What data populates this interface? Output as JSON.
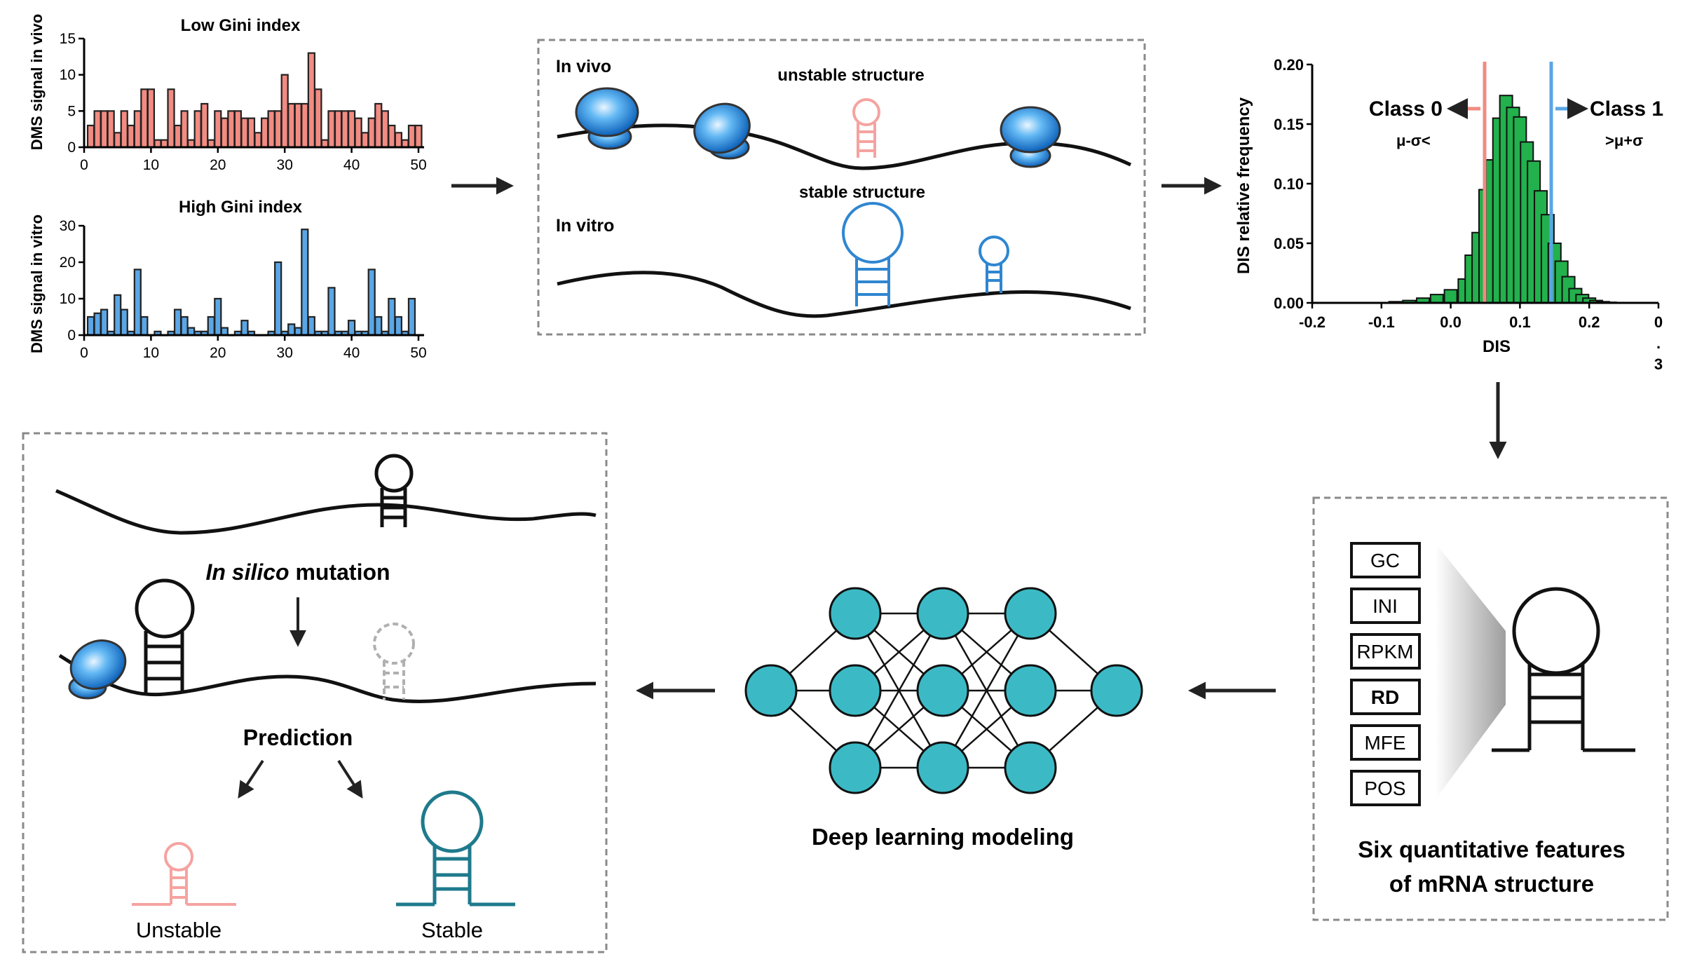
{
  "panel_a": {
    "top": {
      "title": "Low Gini index",
      "ylabel": "DMS signal in vivo",
      "yticks": [
        "0",
        "5",
        "10",
        "15"
      ],
      "xticks": [
        "0",
        "10",
        "20",
        "30",
        "40",
        "50"
      ],
      "ylim": [
        0,
        15
      ],
      "color": "#f28b82"
    },
    "bottom": {
      "title": "High Gini index",
      "ylabel": "DMS signal in vitro",
      "yticks": [
        "0",
        "10",
        "20",
        "30"
      ],
      "xticks": [
        "0",
        "10",
        "20",
        "30",
        "40",
        "50"
      ],
      "ylim": [
        0,
        30
      ],
      "color": "#5aa6e6"
    }
  },
  "panel_b": {
    "in_vivo": "In vivo",
    "in_vitro": "In vitro",
    "unstable": "unstable structure",
    "stable": "stable structure"
  },
  "panel_c": {
    "ylabel": "DIS relative frequency",
    "xlabel": "DIS",
    "yticks": [
      "0.00",
      "0.05",
      "0.10",
      "0.15",
      "0.20"
    ],
    "xticks": [
      "-0.2",
      "-0.1",
      "0.0",
      "0.1",
      "0.2",
      "0"
    ],
    "xtick_tail": [
      ".",
      "3"
    ],
    "class0": "Class 0",
    "class1": "Class 1",
    "class0_sub": "μ-σ<",
    "class1_sub": ">μ+σ",
    "class0_color": "#e53935",
    "class1_color": "#1a3fd6",
    "line0_color": "#f28b82",
    "line1_color": "#5aa6e6",
    "bar_color": "#22b14c"
  },
  "panel_d": {
    "features": [
      "GC",
      "INI",
      "RPKM",
      "RD",
      "MFE",
      "POS"
    ],
    "caption1": "Six quantitative features",
    "caption2": "of mRNA structure"
  },
  "panel_e": {
    "caption": "Deep learning modeling",
    "node_color": "#3bbac6"
  },
  "panel_f": {
    "mutation_italic": "In silico",
    "mutation_rest": " mutation",
    "prediction": "Prediction",
    "unstable": "Unstable",
    "stable": "Stable",
    "unstable_color": "#f28b82",
    "stable_color": "#1f7a8c"
  },
  "chart_data": [
    {
      "type": "bar",
      "title": "Low Gini index",
      "ylabel": "DMS signal in vivo",
      "ylim": [
        0,
        15
      ],
      "xlim": [
        0,
        50
      ],
      "x": [
        1,
        2,
        3,
        4,
        5,
        6,
        7,
        8,
        9,
        10,
        11,
        12,
        13,
        14,
        15,
        16,
        17,
        18,
        19,
        20,
        21,
        22,
        23,
        24,
        25,
        26,
        27,
        28,
        29,
        30,
        31,
        32,
        33,
        34,
        35,
        36,
        37,
        38,
        39,
        40,
        41,
        42,
        43,
        44,
        45,
        46,
        47,
        48,
        49,
        50
      ],
      "values": [
        3,
        5,
        5,
        5,
        2,
        5,
        3,
        5,
        8,
        8,
        1,
        1,
        8,
        3,
        5,
        1,
        5,
        6,
        1,
        5,
        4,
        5,
        5,
        4,
        4,
        2,
        4,
        5,
        5,
        10,
        6,
        6,
        6,
        13,
        8,
        1,
        5,
        5,
        5,
        5,
        4,
        2,
        4,
        6,
        5,
        3,
        2,
        1,
        3,
        3
      ]
    },
    {
      "type": "bar",
      "title": "High Gini index",
      "ylabel": "DMS signal in vitro",
      "ylim": [
        0,
        30
      ],
      "xlim": [
        0,
        50
      ],
      "x": [
        1,
        2,
        3,
        4,
        5,
        6,
        7,
        8,
        9,
        10,
        11,
        12,
        13,
        14,
        15,
        16,
        17,
        18,
        19,
        20,
        21,
        22,
        23,
        24,
        25,
        26,
        27,
        28,
        29,
        30,
        31,
        32,
        33,
        34,
        35,
        36,
        37,
        38,
        39,
        40,
        41,
        42,
        43,
        44,
        45,
        46,
        47,
        48,
        49,
        50
      ],
      "values": [
        5,
        6,
        7,
        1,
        11,
        7,
        1,
        18,
        5,
        0,
        1,
        0,
        1,
        7,
        5,
        2,
        1,
        1,
        5,
        10,
        2,
        0,
        1,
        4,
        1,
        0,
        0,
        1,
        20,
        1,
        3,
        2,
        29,
        5,
        1,
        1,
        13,
        1,
        1,
        4,
        1,
        1,
        18,
        5,
        1,
        10,
        5,
        1,
        10,
        0
      ]
    },
    {
      "type": "bar",
      "title": "",
      "xlabel": "DIS",
      "ylabel": "DIS relative frequency",
      "xlim": [
        -0.2,
        0.3
      ],
      "ylim": [
        0,
        0.2
      ],
      "x": [
        -0.08,
        -0.06,
        -0.04,
        -0.02,
        0.0,
        0.02,
        0.03,
        0.04,
        0.05,
        0.06,
        0.07,
        0.08,
        0.09,
        0.1,
        0.11,
        0.12,
        0.13,
        0.14,
        0.15,
        0.16,
        0.17,
        0.18,
        0.19,
        0.2,
        0.21,
        0.22,
        0.23,
        0.24,
        0.25
      ],
      "values": [
        0.001,
        0.002,
        0.004,
        0.007,
        0.011,
        0.02,
        0.04,
        0.059,
        0.095,
        0.12,
        0.155,
        0.174,
        0.164,
        0.156,
        0.135,
        0.119,
        0.094,
        0.074,
        0.05,
        0.035,
        0.022,
        0.012,
        0.007,
        0.004,
        0.002,
        0.001,
        0.0005,
        0.0003,
        0.0002
      ]
    }
  ]
}
